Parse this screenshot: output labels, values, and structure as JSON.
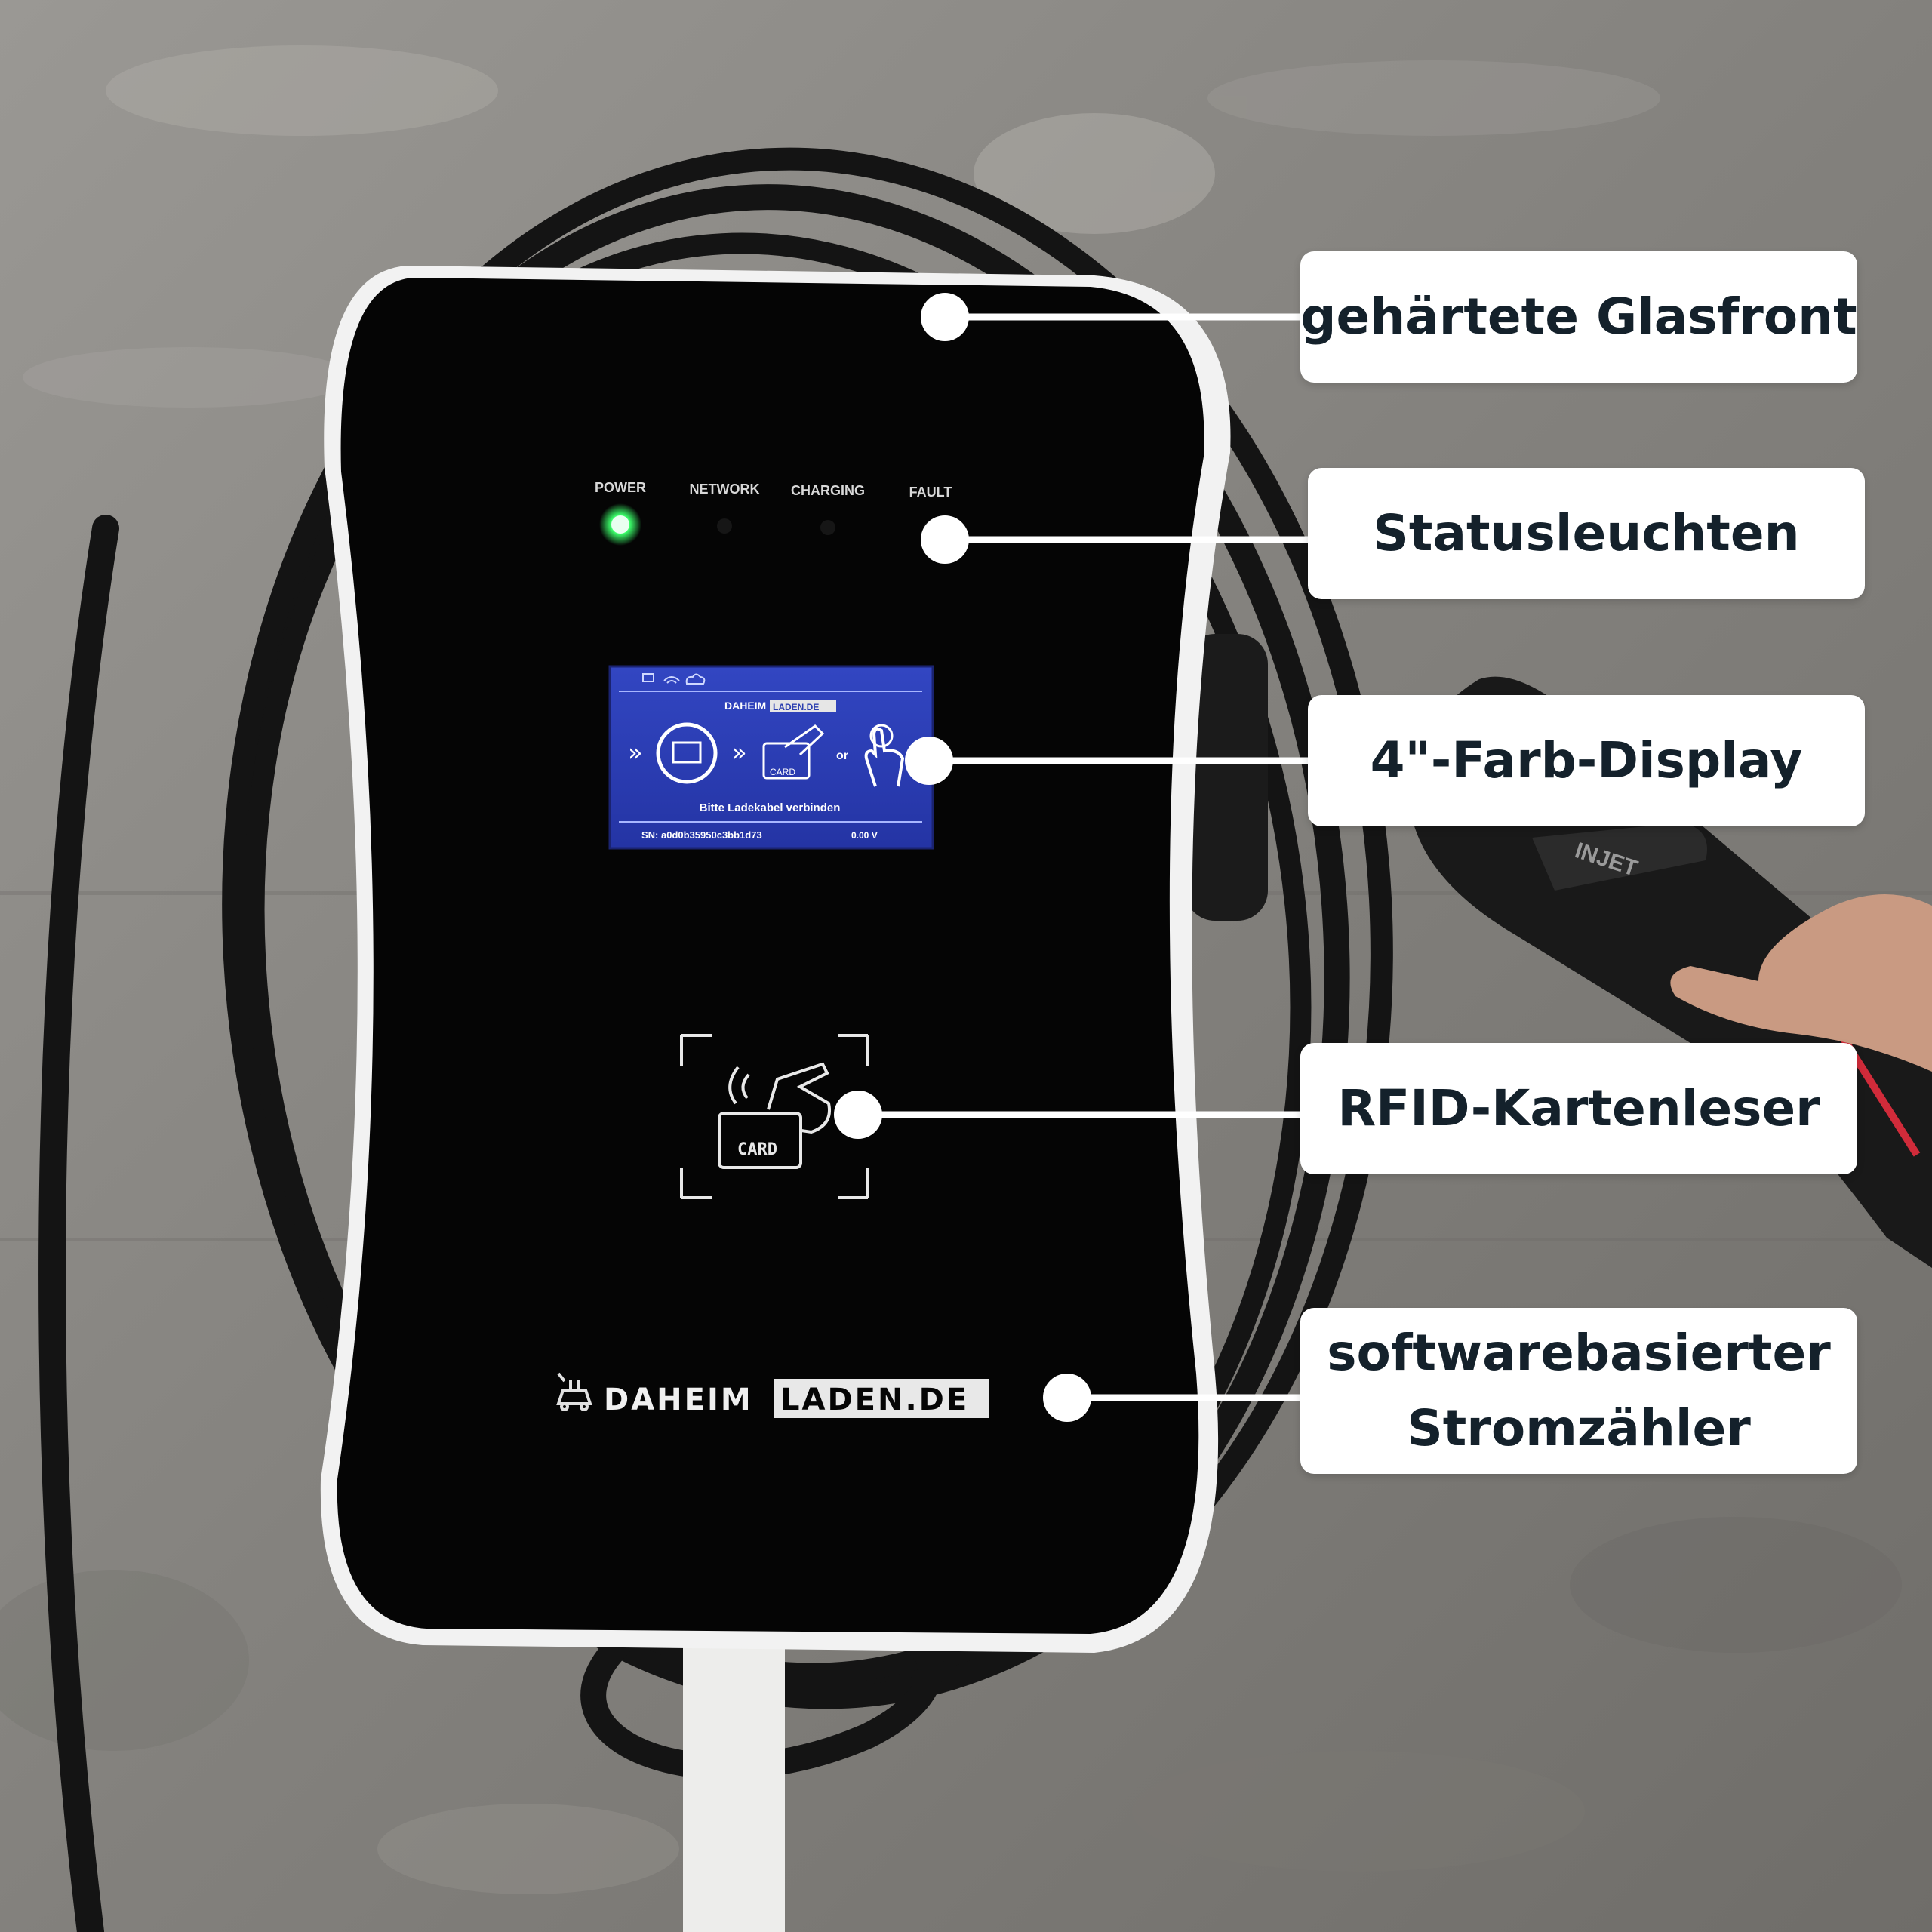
{
  "colors": {
    "wall": "#8a8884",
    "housing": "#050505",
    "rim": "#f2f2f2",
    "screen": "#2c3fb0",
    "led_power": "#3cff6a",
    "label_text": "#14212b",
    "label_bg": "#ffffff"
  },
  "charger": {
    "indicators": [
      {
        "label": "POWER",
        "lit": true
      },
      {
        "label": "NETWORK",
        "lit": false
      },
      {
        "label": "CHARGING",
        "lit": false
      },
      {
        "label": "FAULT",
        "lit": false
      }
    ],
    "display": {
      "brand_left": "DAHEIM",
      "brand_right": "LADEN.DE",
      "card_label": "CARD",
      "or_text": "or",
      "message": "Bitte Ladekabel verbinden",
      "serial": "SN: a0d0b35950c3bb1d73",
      "voltage": "0.00 V",
      "icons": [
        "monitor-icon",
        "wifi-icon",
        "cloud-icon",
        "plug-icon",
        "card-tap-icon",
        "hand-touch-icon"
      ]
    },
    "rfid": {
      "card_label": "CARD",
      "icon": "rfid-card-hand-icon"
    },
    "logo": {
      "brand_left": "DAHEIM",
      "brand_right": "LADEN.DE",
      "icon": "car-plug-icon"
    },
    "plug_brand": "INJET"
  },
  "callouts": [
    {
      "id": "glass",
      "lines": [
        "gehärtete Glasfront"
      ]
    },
    {
      "id": "status",
      "lines": [
        "Statusleuchten"
      ]
    },
    {
      "id": "display",
      "lines": [
        "4\"-Farb-Display"
      ]
    },
    {
      "id": "rfid",
      "lines": [
        "RFID-Kartenleser"
      ]
    },
    {
      "id": "meter",
      "lines": [
        "softwarebasierter",
        "Stromzähler"
      ]
    }
  ]
}
